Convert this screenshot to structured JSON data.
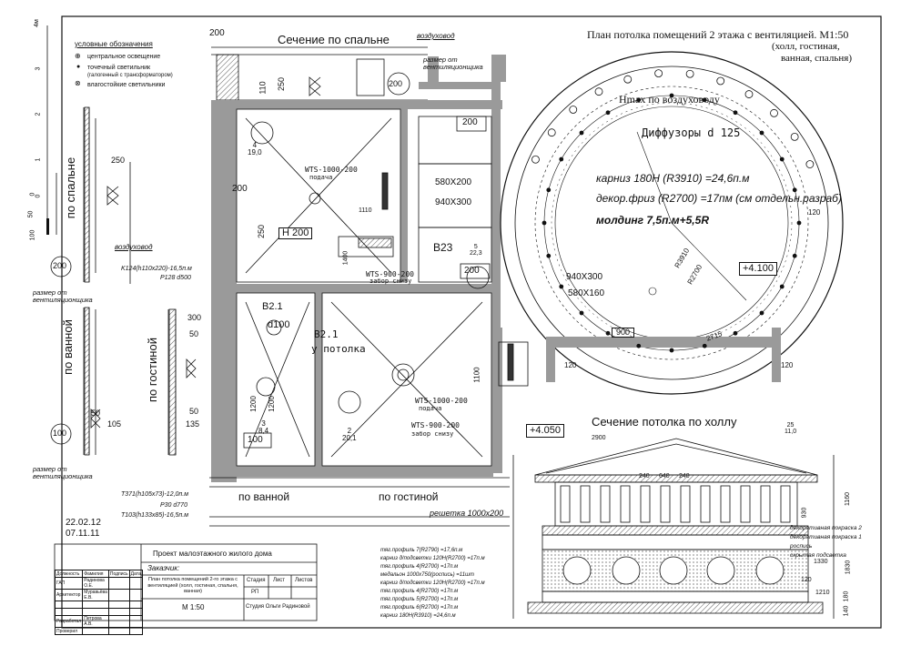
{
  "legend": {
    "title": "условные обозначения",
    "items": [
      {
        "icon": "central-light-icon",
        "label": "центральное освещение"
      },
      {
        "icon": "spot-light-icon",
        "label": "точечный светильник",
        "sub": "(галогенный с трансформатором)"
      },
      {
        "icon": "wet-light-icon",
        "label": "влагостойкие светильники"
      }
    ]
  },
  "titles": {
    "plan": "План потолка помещений 2 этажа с вентиляцией. М1:50",
    "plan_sub1": "(холл, гостиная,",
    "plan_sub2": "ванная, спальня)",
    "section_bedroom": "Сечение по спальне",
    "section_hall": "Сечение потолка по холлу",
    "left_bedroom": "по спальне",
    "left_bath": "по ванной",
    "left_living": "по гостиной",
    "bottom_bath": "по ванной",
    "bottom_living": "по гостиной"
  },
  "labels": {
    "duct_top": "воздуховод",
    "duct_left": "воздуховод",
    "size_from_fan_top": "размер от вентиляционщика",
    "size_from_fan_left": "размер от вентиляционщика",
    "size_from_fan_left2": "размер от вентиляционщика",
    "hmax": "Hmax по воздуховоду",
    "diffusers": "Диффузоры d 125",
    "cornice": "карниз 180H (R3910) =24,6п.м",
    "frieze": "декор.фриз (R2700) =17пм (см отдельн.разраб)",
    "molding": "молдинг 7,5п.м+5,5R",
    "level1": "+4.100",
    "level2": "+4.050",
    "wts1": "WTS-1000-200",
    "wts1_sub": "подача",
    "wts2": "WTS-900-200",
    "wts2_sub": "забор снизу",
    "wts3": "WTS-1000-200",
    "wts3_sub": "подача",
    "wts4": "WTS-900-200",
    "wts4_sub": "забор снизу",
    "h200": "H 200",
    "b23": "B23",
    "b21a": "B2.1",
    "b21b": "B2.1",
    "d100": "d100",
    "u_potolka": "у потолка",
    "k124": "K124(h110x220)-16,5п.м",
    "p128": "P128 d500",
    "t371": "T371(h105x73)-12,0п.м",
    "p30": "P30 d770",
    "t103": "T103(h133x85)-16,5п.м",
    "grille": "решетка 1000х200",
    "d580": "580Х200",
    "d940": "940Х300",
    "d940b": "940Х300",
    "d580b": "580Х160",
    "n200a": "200",
    "n200b": "200",
    "n200c": "200",
    "n200d": "200",
    "n100": "100",
    "n100b": "100",
    "r3910": "R3910",
    "r2700": "R2700",
    "n2715": "2715",
    "n900": "900",
    "n1110": "1110",
    "n1400": "1400",
    "n1200": "1200",
    "n1100": "1100",
    "n2900": "2900",
    "n240": "240",
    "n640": "640",
    "n930": "930",
    "n1160": "1160",
    "n1830": "1830",
    "n1330": "1330",
    "n1210": "1210",
    "n180": "180",
    "n140": "140",
    "n120": "120",
    "n250": "250",
    "n110": "110",
    "n300": "300",
    "n50": "50",
    "n105": "105",
    "n135": "135",
    "room4": "4\n19,0",
    "room5": "5\n22,3",
    "room3": "3\n8,4",
    "room2": "2\n20,1",
    "room25": "25\n11,0"
  },
  "section_notes": [
    "декоративная покраска 2",
    "декоративная покраска 1",
    "роспись",
    "скрытая подсветка"
  ],
  "spec_list": [
    "тяг.профиль 7(R2790) =17,6п.м",
    "карниз д/подсветки 120Н(R2700) =17п.м",
    "тяг.профиль 4(R2700) =17п.м",
    "медальон 1000х750(роспись) =11шт",
    "карниз д/подсветки 120Н(R2700) =17п.м",
    "тяг.профиль 4(R2700) =17п.м",
    "тяг.профиль 5(R2700) =17п.м",
    "тяг.профиль 6(R2700) =17п.м",
    "карниз 180Н(R3910) =24,6п.м"
  ],
  "dates": {
    "d1": "22.02.12",
    "d2": "07.11.11"
  },
  "scale_ruler": {
    "m4": "4м",
    "m3": "3",
    "m2": "2",
    "m1": "1",
    "m0": "0",
    "cm100": "100",
    "cm50": "50",
    "cm0": "0"
  },
  "stamp": {
    "project": "Проект малоэтажного жилого дома",
    "customer": "Заказчик:",
    "sheet_title": "План потолка помещений 2-го этажа с вентиляцией (холл, гостиная, спальня, ванная)",
    "stage_h": "Стадия",
    "sheet_h": "Лист",
    "sheets_h": "Листов",
    "stage": "РП",
    "scale": "М 1:50",
    "studio": "Студия Ольги Радиновой",
    "head": [
      "Должность",
      "Фамилия",
      "Подпись",
      "Дата"
    ],
    "rows": [
      [
        "ГАП",
        "Радинова О.Е."
      ],
      [
        "Архитектор",
        "Муравьёва Е.В."
      ],
      [
        "Разработал",
        "Петрова А.В."
      ],
      [
        "Проверил",
        ""
      ]
    ]
  }
}
